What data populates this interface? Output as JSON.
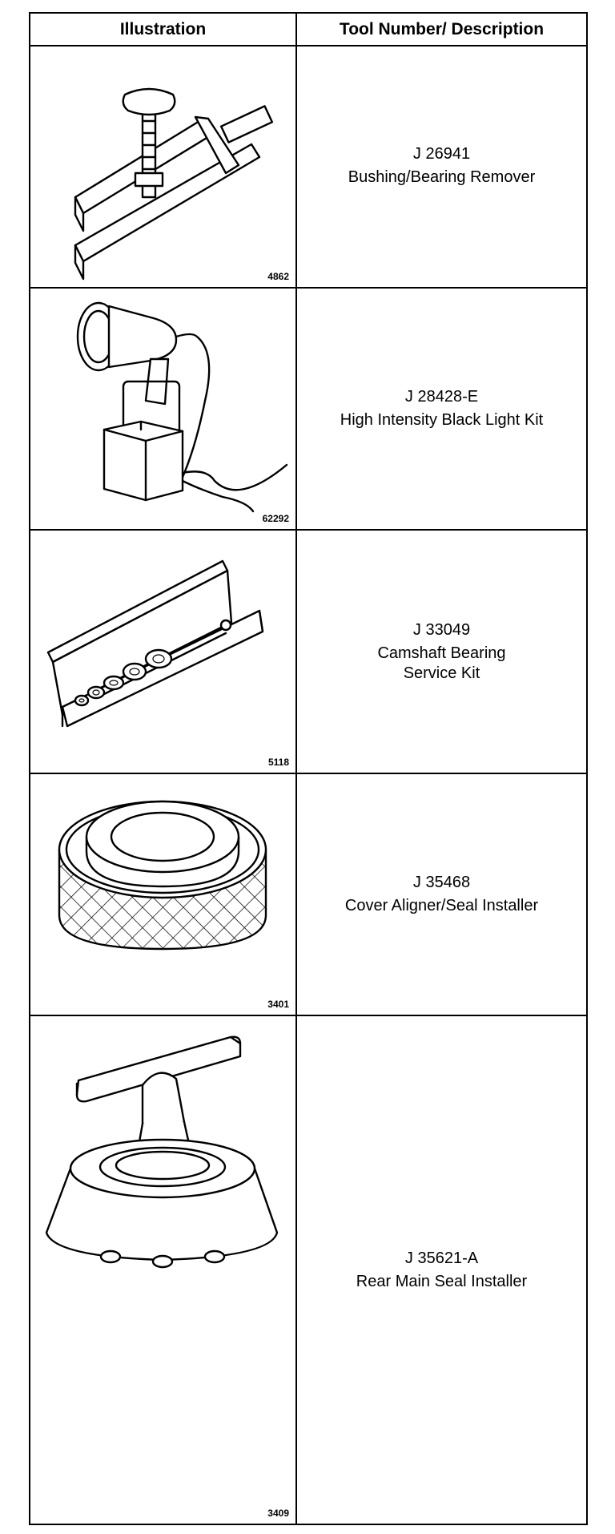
{
  "table": {
    "header": {
      "illustration": "Illustration",
      "tool": "Tool Number/ Description"
    },
    "rows": [
      {
        "figure": "4862",
        "number": "J 26941",
        "description": "Bushing/Bearing Remover",
        "icon": "bushing-bearing-remover-icon"
      },
      {
        "figure": "62292",
        "number": "J 28428-E",
        "description": "High Intensity Black Light Kit",
        "icon": "black-light-kit-icon"
      },
      {
        "figure": "5118",
        "number": "J 33049",
        "description": "Camshaft Bearing\nService Kit",
        "icon": "camshaft-bearing-kit-icon"
      },
      {
        "figure": "3401",
        "number": "J 35468",
        "description": "Cover Aligner/Seal Installer",
        "icon": "cover-aligner-icon"
      },
      {
        "figure": "3409",
        "number": "J 35621-A",
        "description": "Rear Main Seal Installer",
        "icon": "rear-main-seal-installer-icon"
      }
    ]
  }
}
